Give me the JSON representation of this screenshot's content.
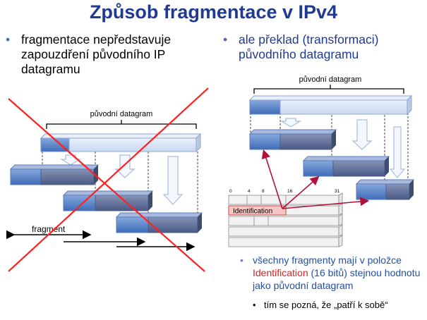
{
  "title": "Způsob fragmentace v IPv4",
  "left": {
    "bullet_symbol": "•",
    "bullet_text": "fragmentace nepředstavuje zapouzdření původního IP datagramu",
    "diagram": {
      "datagram_label": "původní datagram",
      "fragment_label": "fragment"
    }
  },
  "right": {
    "bullet_symbol": "•",
    "bullet_text": "ale překlad (transformaci) původního datagramu",
    "diagram": {
      "datagram_label": "původní datagram",
      "header_ticks": [
        "0",
        "4",
        "8",
        "16",
        "31"
      ],
      "identification_label": "Identification"
    },
    "sub_bullet": {
      "symbol": "•",
      "text_before": "všechny fragmenty mají v položce ",
      "highlight": "Identification",
      "text_after": " (16 bitů) stejnou hodnotu jako původní datagram"
    },
    "sub_sub_bullet": {
      "symbol": "•",
      "text": "tím se pozná, že „patří k sobě“"
    }
  },
  "colors": {
    "title": "#1f3a93",
    "block_light": "#dce6f5",
    "block_header": "#4f7cc6",
    "block_dark": "#5a6b95",
    "cross": "#ff2020",
    "arrow_red": "#b0103a",
    "identification": "#e02020"
  }
}
